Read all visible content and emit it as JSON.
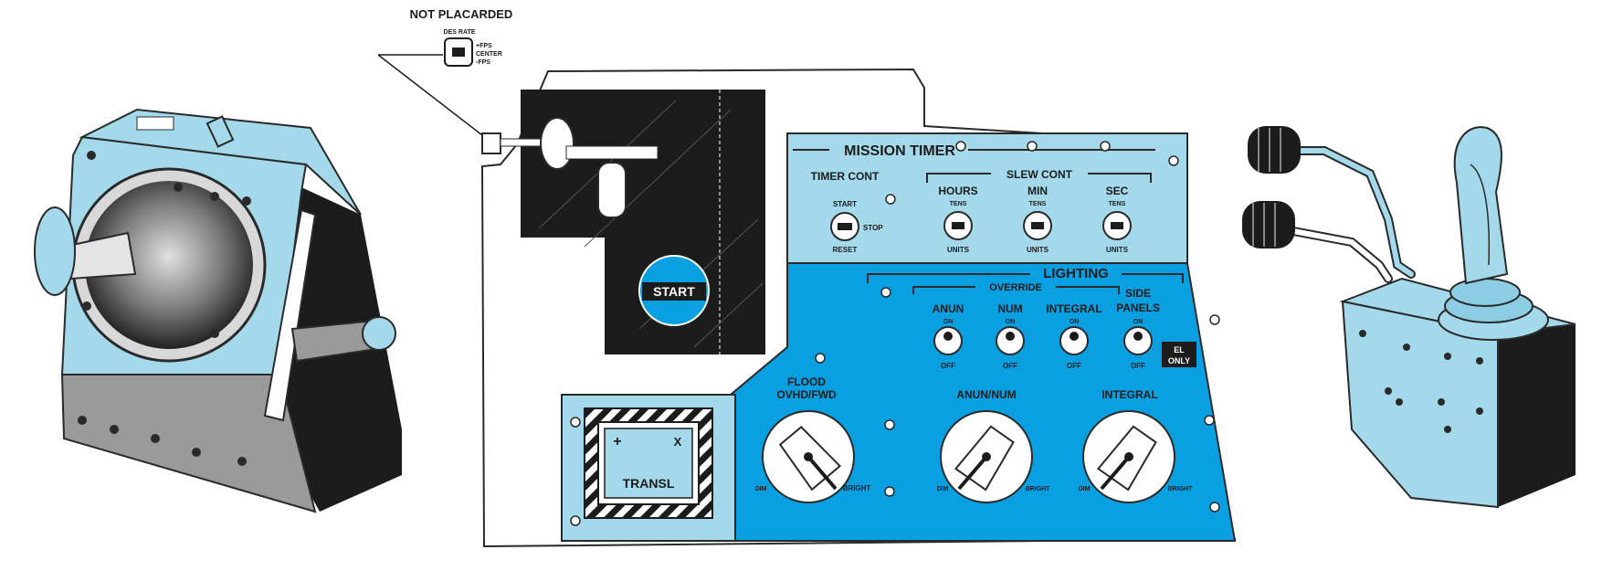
{
  "colors": {
    "light_blue": "#a3d9ea",
    "bright_blue": "#0a9fe0",
    "dark": "#1c1c1c",
    "gray": "#8e8e8e",
    "outline": "#2a2a2a",
    "white": "#ffffff"
  },
  "not_placarded": {
    "title": "NOT PLACARDED",
    "switch_label": "DES RATE",
    "positions": [
      "+FPS",
      "CENTER",
      "-FPS"
    ]
  },
  "start_button": {
    "label": "START"
  },
  "mission_timer": {
    "title": "MISSION TIMER",
    "timer_cont": {
      "label": "TIMER CONT",
      "top": "START",
      "side": "STOP",
      "bottom": "RESET"
    },
    "slew_cont": {
      "label": "SLEW CONT",
      "switches": [
        {
          "label": "HOURS",
          "top": "TENS",
          "bottom": "UNITS"
        },
        {
          "label": "MIN",
          "top": "TENS",
          "bottom": "UNITS"
        },
        {
          "label": "SEC",
          "top": "TENS",
          "bottom": "UNITS"
        }
      ]
    }
  },
  "lighting": {
    "title": "LIGHTING",
    "override_label": "OVERRIDE",
    "toggles": [
      {
        "label": "ANUN",
        "on": "ON",
        "off": "OFF"
      },
      {
        "label": "NUM",
        "on": "ON",
        "off": "OFF"
      },
      {
        "label": "INTEGRAL",
        "on": "ON",
        "off": "OFF"
      },
      {
        "label": "SIDE",
        "label2": "PANELS",
        "on": "ON",
        "off": "OFF"
      }
    ],
    "el_only": {
      "line1": "EL",
      "line2": "ONLY"
    },
    "knobs": [
      {
        "label": "FLOOD",
        "label2": "OVHD/FWD",
        "min": "DIM",
        "max": "BRIGHT"
      },
      {
        "label": "ANUN/NUM",
        "min": "DIM",
        "max": "BRIGHT"
      },
      {
        "label": "INTEGRAL",
        "min": "DIM",
        "max": "BRIGHT"
      }
    ]
  },
  "transl": {
    "plus": "+",
    "x": "X",
    "label": "TRANSL"
  }
}
